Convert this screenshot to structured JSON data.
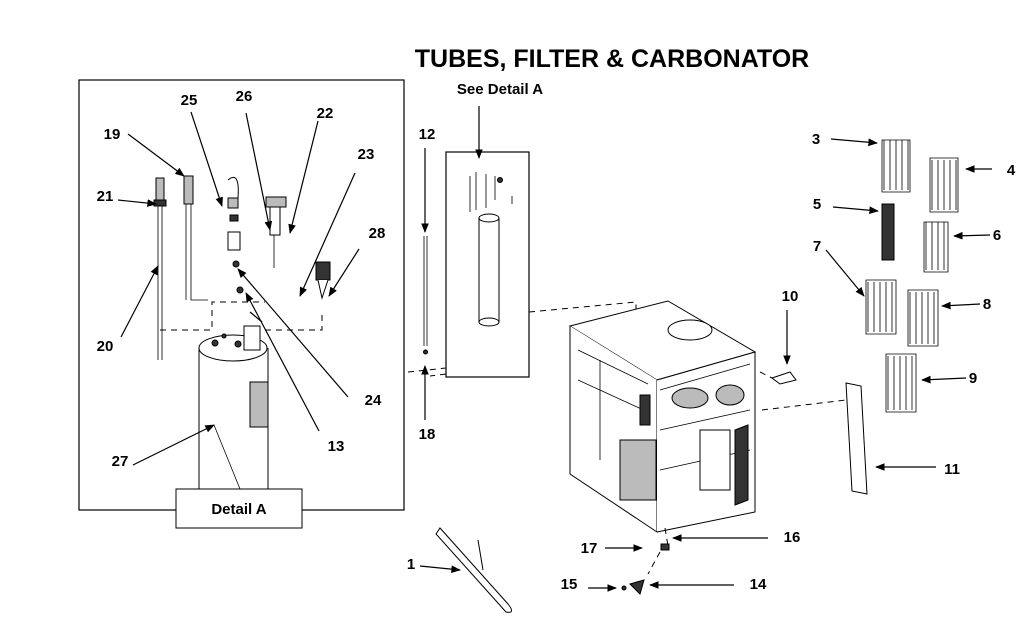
{
  "title": "TUBES, FILTER & CARBONATOR",
  "see_detail": "See Detail A",
  "detail_label": "Detail A",
  "callouts": {
    "c1": "1",
    "c3": "3",
    "c4": "4",
    "c5": "5",
    "c6": "6",
    "c7": "7",
    "c8": "8",
    "c9": "9",
    "c10": "10",
    "c11": "11",
    "c12": "12",
    "c13": "13",
    "c14": "14",
    "c15": "15",
    "c16": "16",
    "c17": "17",
    "c18": "18",
    "c19": "19",
    "c20": "20",
    "c21": "21",
    "c22": "22",
    "c23": "23",
    "c24": "24",
    "c25": "25",
    "c26": "26",
    "c27": "27",
    "c28": "28"
  }
}
